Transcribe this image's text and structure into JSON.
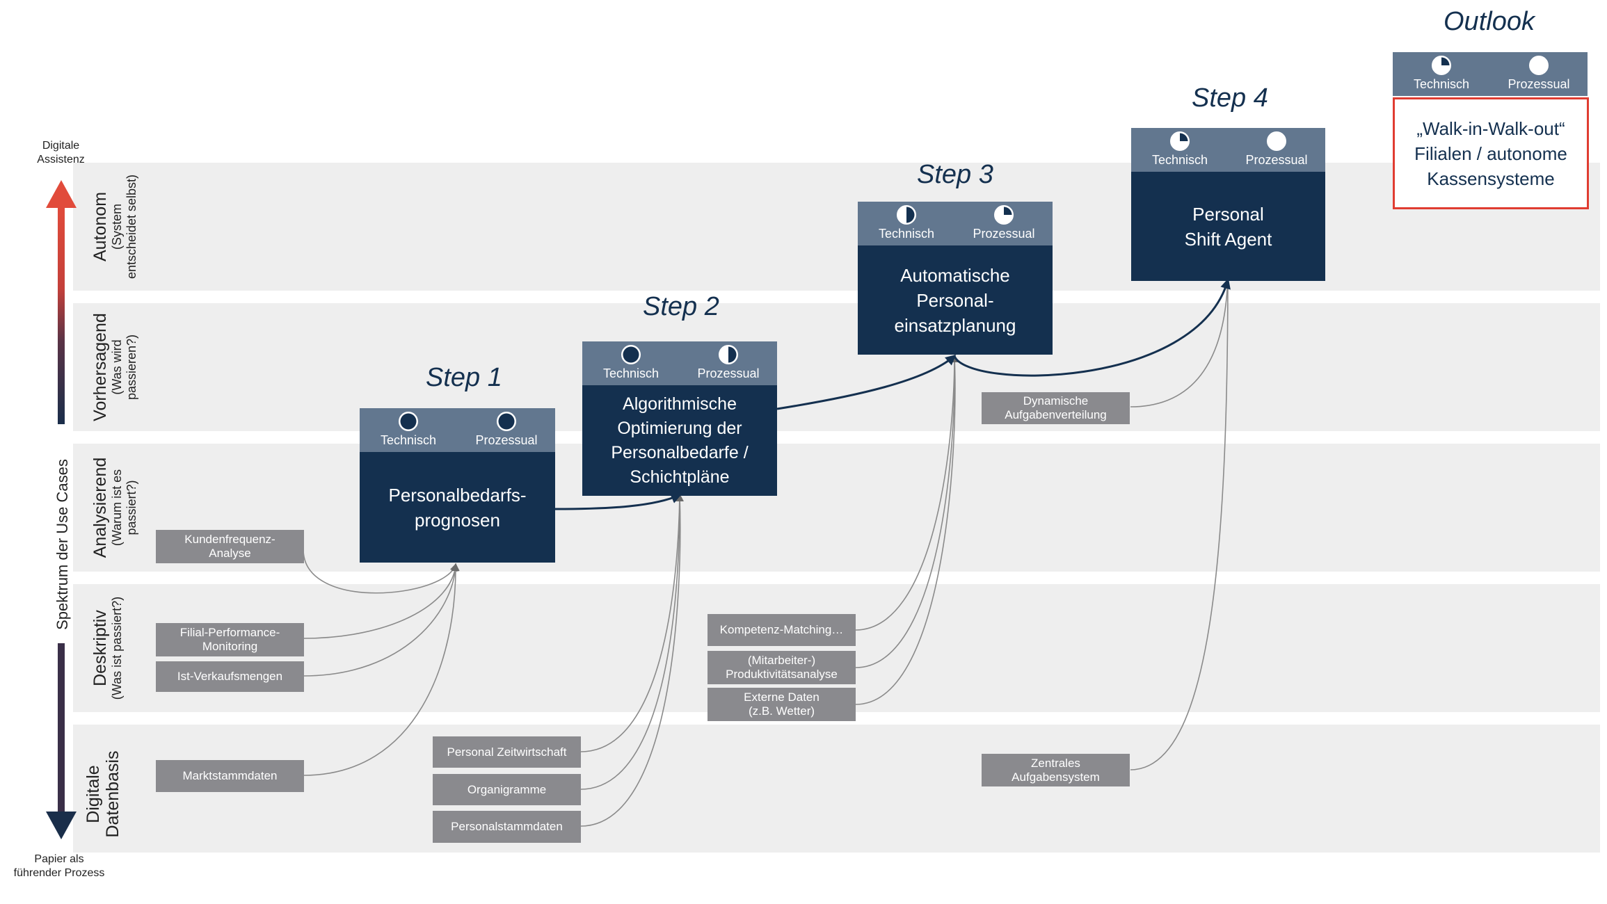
{
  "axis": {
    "top_label": "Digitale\nAssistenz",
    "bottom_label": "Papier als\nführender Prozess",
    "spectrum_label": "Spektrum der Use Cases"
  },
  "rows": [
    {
      "id": "autonom",
      "label": "Autonom",
      "sub": "(System\nentscheidet selbst)"
    },
    {
      "id": "vorhersagend",
      "label": "Vorhersagend",
      "sub": "(Was wird\npassieren?)"
    },
    {
      "id": "analysierend",
      "label": "Analysierend",
      "sub": "(Warum ist es\npassiert?)"
    },
    {
      "id": "deskriptiv",
      "label": "Deskriptiv",
      "sub": "(Was ist passiert?)"
    },
    {
      "id": "datenbasis",
      "label": "Digitale\nDatenbasis",
      "sub": ""
    }
  ],
  "indicator_labels": {
    "technisch": "Technisch",
    "prozessual": "Prozessual"
  },
  "steps": [
    {
      "title": "Step 1",
      "text": "Personalbedarfs-\nprognosen",
      "technisch": 1.0,
      "prozessual": 1.0
    },
    {
      "title": "Step 2",
      "text": "Algorithmische\nOptimierung der\nPersonalbedarfe /\nSchichtpläne",
      "technisch": 1.0,
      "prozessual": 0.5
    },
    {
      "title": "Step 3",
      "text": "Automatische\nPersonal-\neinsatzplanung",
      "technisch": 0.5,
      "prozessual": 0.25
    },
    {
      "title": "Step 4",
      "text": "Personal\nShift Agent",
      "technisch": 0.25,
      "prozessual": 0.0
    }
  ],
  "outlook": {
    "title": "Outlook",
    "text": "„Walk-in-Walk-out“\nFilialen / autonome\nKassensysteme",
    "technisch": 0.25,
    "prozessual": 0.0
  },
  "sources": [
    {
      "id": "kundenfrequenz",
      "text": "Kundenfrequenz-\nAnalyse"
    },
    {
      "id": "filial",
      "text": "Filial-Performance-\nMonitoring"
    },
    {
      "id": "ist",
      "text": "Ist-Verkaufsmengen"
    },
    {
      "id": "markt",
      "text": "Marktstammdaten"
    },
    {
      "id": "zeitwirtschaft",
      "text": "Personal Zeitwirtschaft"
    },
    {
      "id": "organigramme",
      "text": "Organigramme"
    },
    {
      "id": "personalstamm",
      "text": "Personalstammdaten"
    },
    {
      "id": "kompetenz",
      "text": "Kompetenz-Matching…"
    },
    {
      "id": "produktivitaet",
      "text": "(Mitarbeiter-)\nProduktivitätsanalyse"
    },
    {
      "id": "externe",
      "text": "Externe Daten\n(z.B. Wetter)"
    },
    {
      "id": "dynamische",
      "text": "Dynamische\nAufgabenverteilung"
    },
    {
      "id": "zentrales",
      "text": "Zentrales\nAufgabensystem"
    }
  ],
  "colors": {
    "band": "#eeeeee",
    "header": "#62778f",
    "box": "#14304f",
    "source": "#8a8a8e",
    "arrow_top": "#e14b3b",
    "arrow_bottom": "#1a2e4a",
    "outlook_border": "#e03c31"
  }
}
